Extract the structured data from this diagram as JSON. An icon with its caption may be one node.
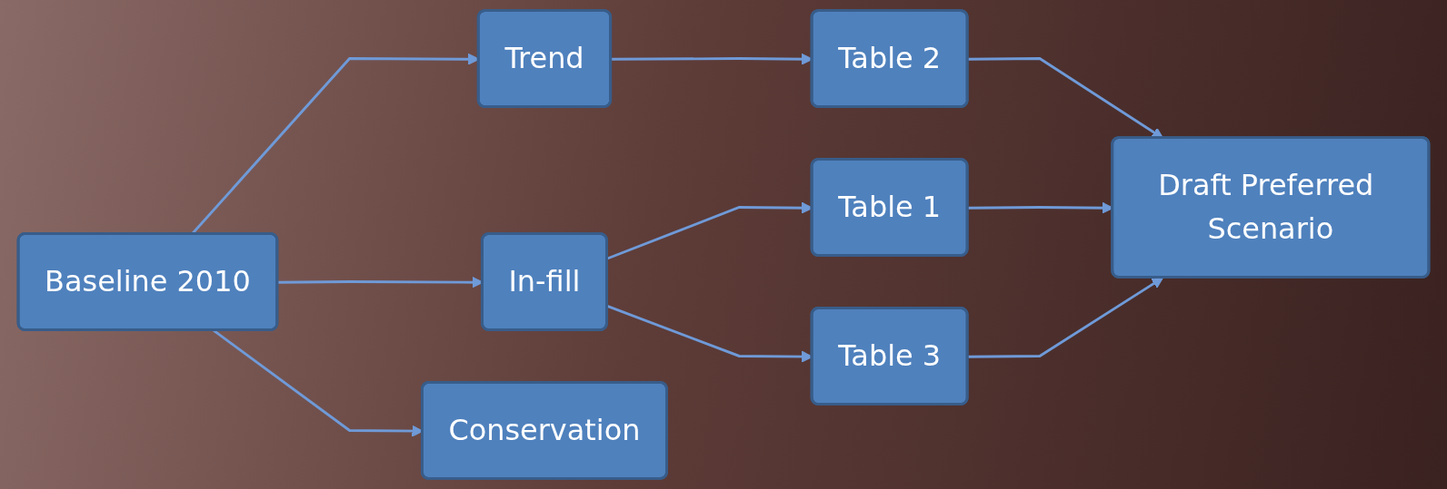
{
  "diagram": {
    "nodes": [
      {
        "text": [
          "Baseline 2010"
        ]
      },
      {
        "text": [
          "Trend"
        ]
      },
      {
        "text": [
          "In-fill"
        ]
      },
      {
        "text": [
          "Conservation"
        ]
      },
      {
        "text": [
          "Table 1"
        ]
      },
      {
        "text": [
          "Table 2"
        ]
      },
      {
        "text": [
          "Table 3"
        ]
      },
      {
        "text": [
          "Draft Preferred Scenario"
        ]
      }
    ],
    "edges": [
      {
        "from": 0,
        "to": 1,
        "arrow": "to"
      },
      {
        "from": 0,
        "to": 2,
        "arrow": "to"
      },
      {
        "from": 0,
        "to": 3,
        "arrow": "to"
      },
      {
        "from": 1,
        "to": 5,
        "arrow": "to"
      },
      {
        "from": 2,
        "to": 4,
        "arrow": "to"
      },
      {
        "from": 2,
        "to": 6,
        "arrow": "to"
      },
      {
        "from": 4,
        "to": 7,
        "arrow": "to"
      },
      {
        "from": 5,
        "to": 7,
        "arrow": "to"
      },
      {
        "from": 6,
        "to": 7,
        "arrow": "to"
      }
    ]
  }
}
